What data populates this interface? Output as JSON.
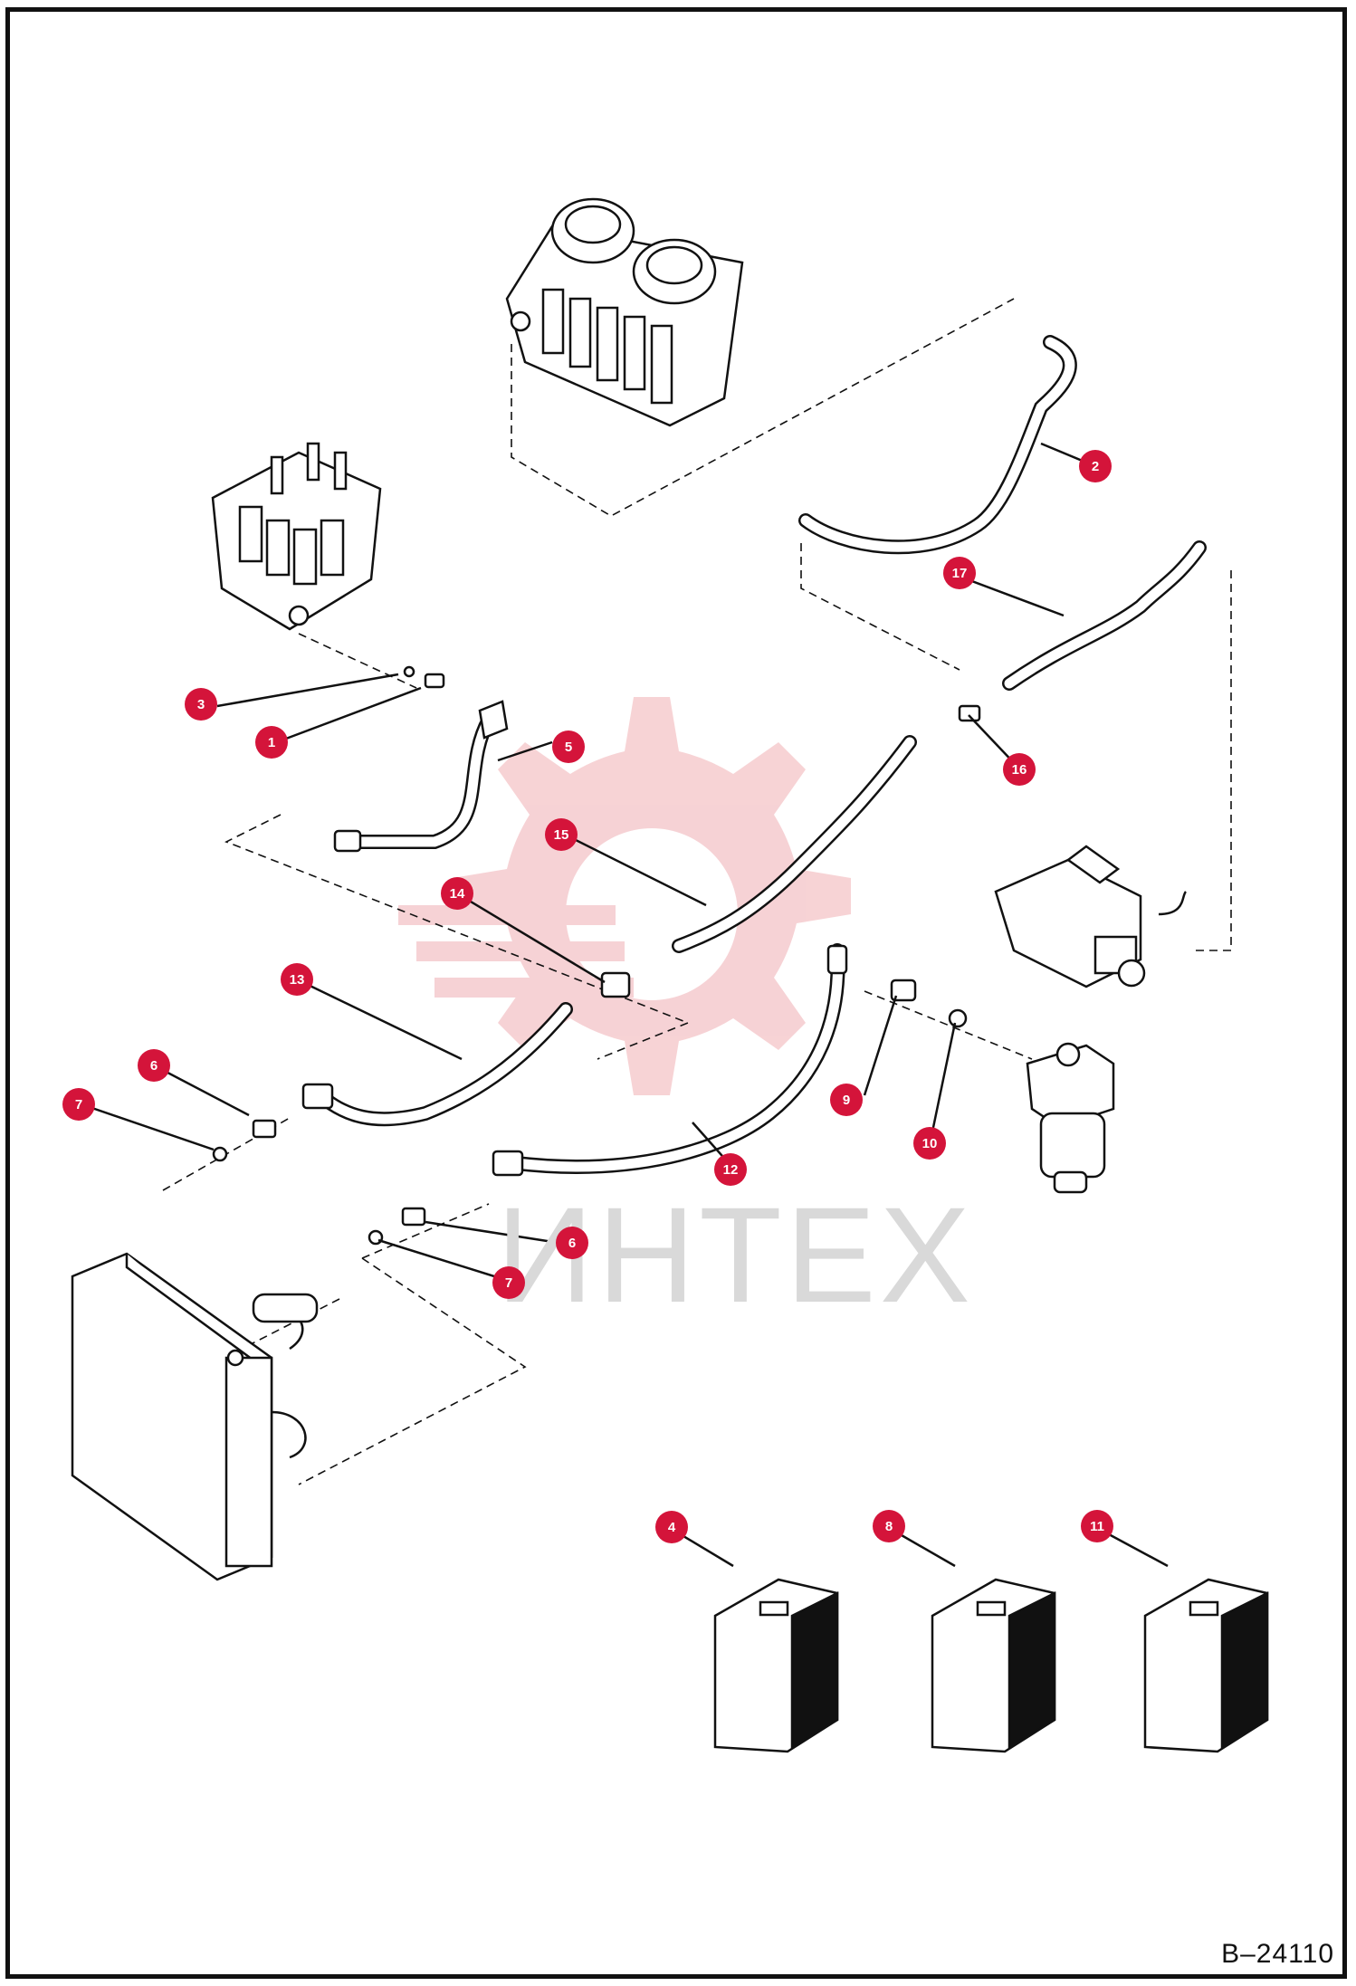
{
  "figure_number": "B–24110",
  "watermark": {
    "text": "ИНТЕХ",
    "icon": "gear-logo-icon"
  },
  "colors": {
    "callout": "#d4143a",
    "line": "#111111",
    "watermark": "#f3b9bd"
  },
  "callouts": [
    {
      "id": "c1",
      "label": "1"
    },
    {
      "id": "c2",
      "label": "2"
    },
    {
      "id": "c3",
      "label": "3"
    },
    {
      "id": "c4",
      "label": "4"
    },
    {
      "id": "c5",
      "label": "5"
    },
    {
      "id": "c6a",
      "label": "6"
    },
    {
      "id": "c6b",
      "label": "6"
    },
    {
      "id": "c7a",
      "label": "7"
    },
    {
      "id": "c7b",
      "label": "7"
    },
    {
      "id": "c8",
      "label": "8"
    },
    {
      "id": "c9",
      "label": "9"
    },
    {
      "id": "c10",
      "label": "10"
    },
    {
      "id": "c11",
      "label": "11"
    },
    {
      "id": "c12",
      "label": "12"
    },
    {
      "id": "c13",
      "label": "13"
    },
    {
      "id": "c14",
      "label": "14"
    },
    {
      "id": "c15",
      "label": "15"
    },
    {
      "id": "c16",
      "label": "16"
    },
    {
      "id": "c17",
      "label": "17"
    }
  ],
  "parts": [
    "main-control-valve-icon",
    "auxiliary-valve-block-icon",
    "solenoid-valve-icon",
    "oil-filter-icon",
    "oil-cooler-radiator-icon",
    "parts-kit-box-icon"
  ]
}
